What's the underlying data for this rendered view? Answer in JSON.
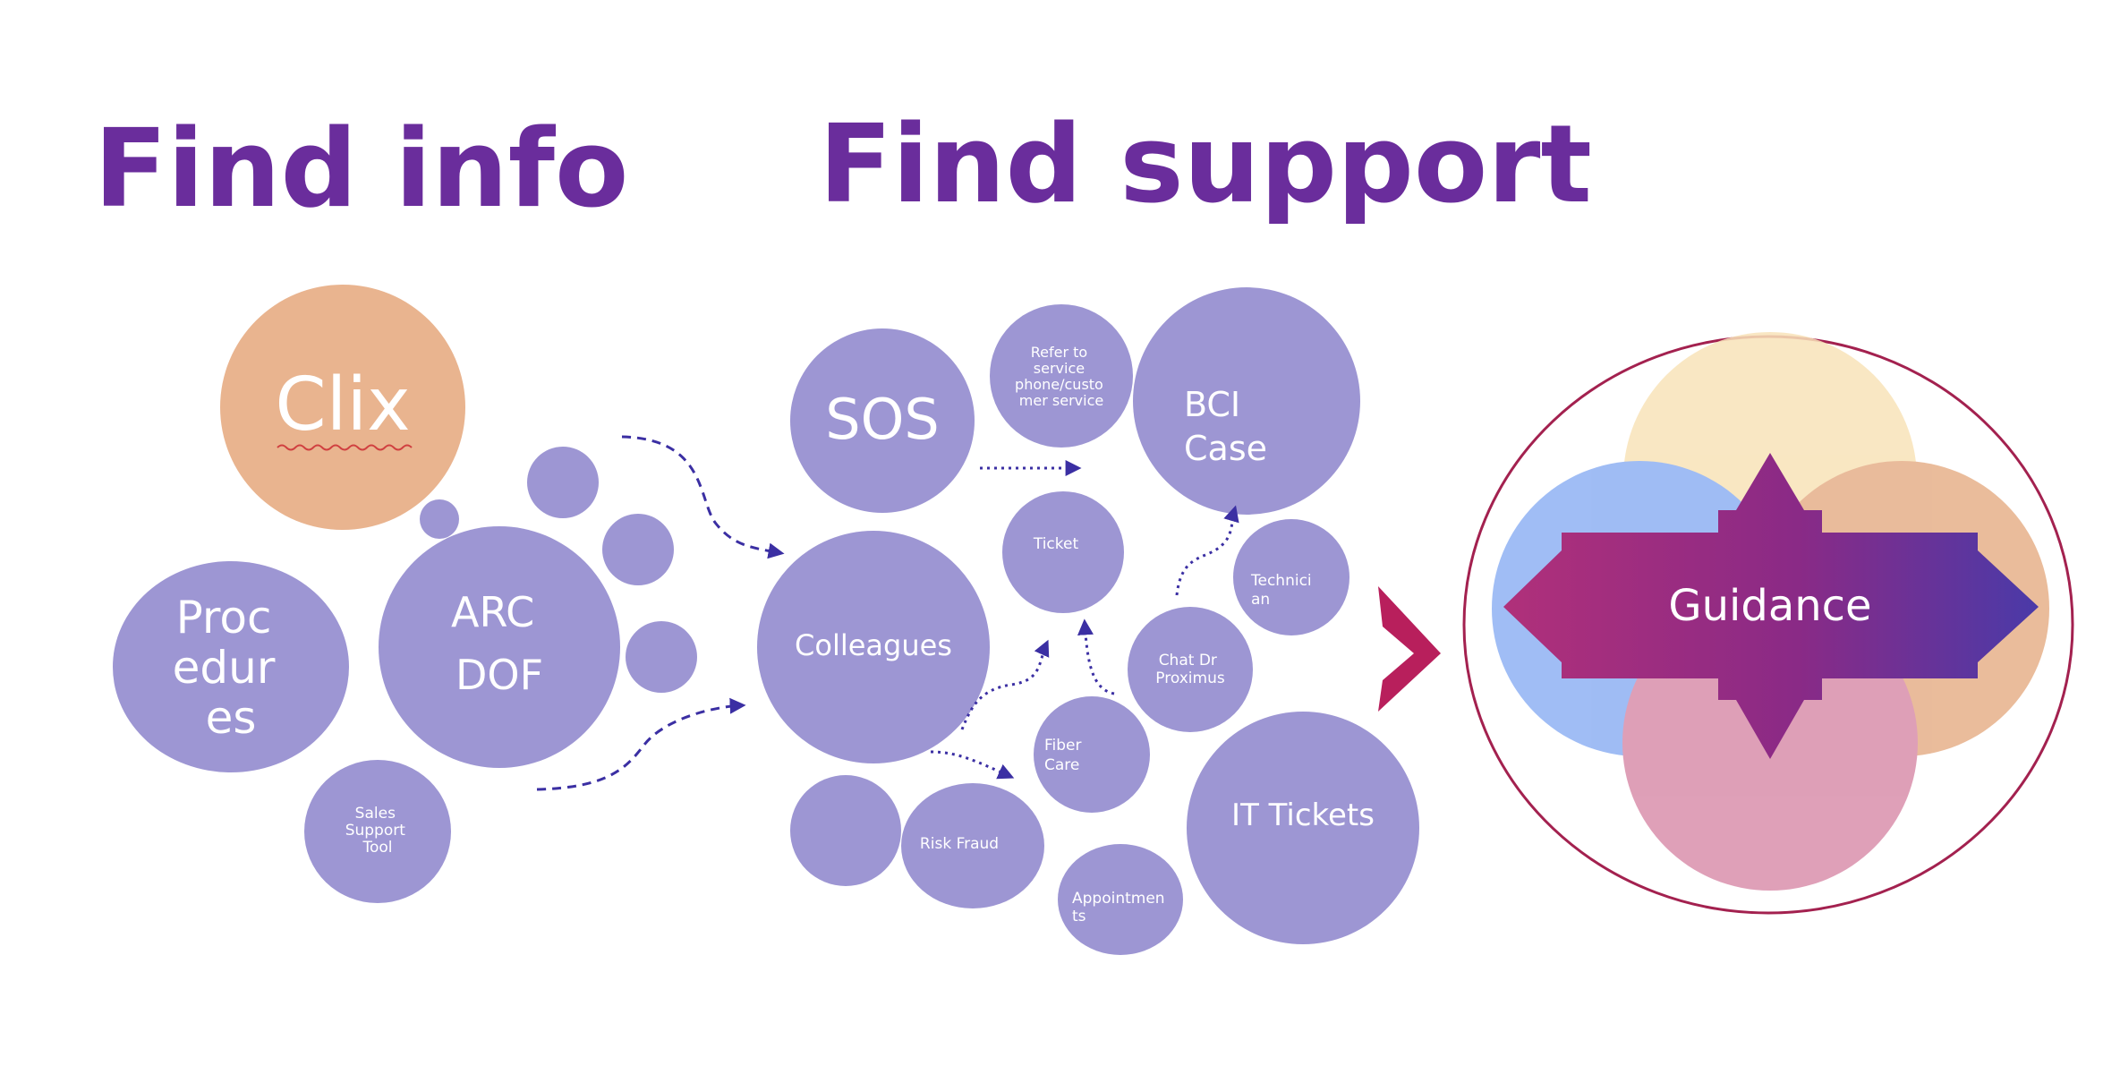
{
  "headings": {
    "find_info": "Find info",
    "find_support": "Find support"
  },
  "find_info": {
    "clix": "Clix",
    "procedures": [
      "Proc",
      "edur",
      "es"
    ],
    "arc_dof": [
      "ARC",
      "DOF"
    ],
    "sales_support_tool": [
      "Sales",
      "Support",
      "Tool"
    ]
  },
  "find_support": {
    "sos": "SOS",
    "refer_to_service": [
      "Refer to",
      "service",
      "phone/custo",
      "mer service"
    ],
    "bci_case": [
      "BCI",
      "Case"
    ],
    "ticket": "Ticket",
    "technician": [
      "Technici",
      "an"
    ],
    "colleagues": "Colleagues",
    "chat_dr_proximus": [
      "Chat Dr",
      "Proximus"
    ],
    "fiber_care": [
      "Fiber",
      "Care"
    ],
    "risk_fraud": "Risk Fraud",
    "appointments": [
      "Appointmen",
      "ts"
    ],
    "it_tickets": "IT Tickets"
  },
  "guidance": {
    "label": "Guidance"
  },
  "colors": {
    "heading": "#6a2d9c",
    "bubble": "#9d96d3",
    "clix": "#e9b48f",
    "arrow": "#3b2fa3",
    "chevron": "#b81f5c",
    "ring": "#a3214f",
    "venn_top": "#f8e3b8",
    "venn_left": "#8fb1f3",
    "venn_right": "#e6b08a",
    "venn_bottom": "#d98fab"
  }
}
